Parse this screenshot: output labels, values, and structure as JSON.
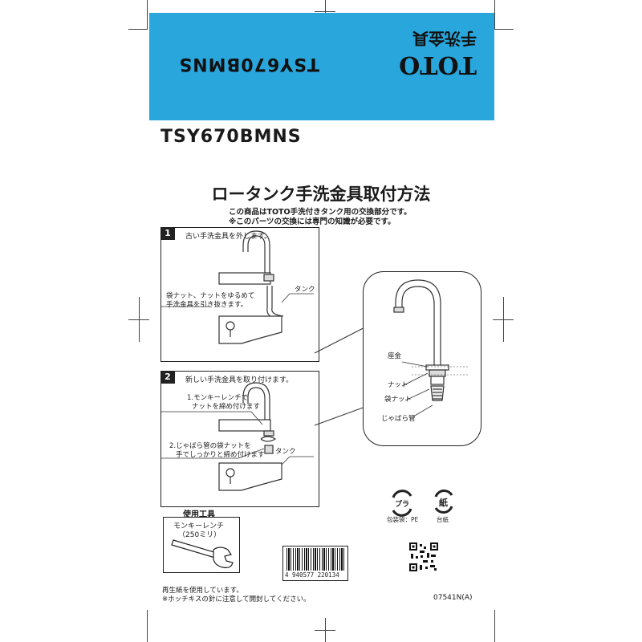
{
  "banner": {
    "brand": "TOTO",
    "model": "TSY670BMNS",
    "product": "手洗金具",
    "color": "#29a7dd"
  },
  "model_title": "TSY670BMNS",
  "main_title": "ロータンク手洗金具取付方法",
  "intro": [
    "この商品はTOTO手洗付きタンク用の交換部分です。",
    "※このパーツの交換には専門の知識が必要です。"
  ],
  "step1": {
    "number": "1",
    "heading": "古い手洗金具を外します。",
    "note_lines": [
      "袋ナット、ナットをゆるめて",
      "手洗金具を引き抜きます。"
    ],
    "tank_label": "タンク"
  },
  "step2": {
    "number": "2",
    "heading": "新しい手洗金具を取り付けます。",
    "note1_lines": [
      "1.モンキーレンチで",
      "ナットを締め付けます"
    ],
    "note2_lines": [
      "2.じゃばら管の袋ナットを",
      "手でしっかりと締め付けます"
    ],
    "tank_label": "タンク"
  },
  "detail": {
    "labels": [
      "座金",
      "ナット",
      "袋ナット",
      "じゃばら管"
    ]
  },
  "tools": {
    "title": "使用工具",
    "item_lines": [
      "モンキーレンチ",
      "（250ミリ）"
    ]
  },
  "recycle": {
    "plastic_mark": "プラ",
    "plastic_caption": "包装袋：PE",
    "paper_mark": "紙",
    "paper_caption": "台紙"
  },
  "barcode": {
    "number": "4 940577 220134"
  },
  "footer": {
    "lines": [
      "再生紙を使用しています。",
      "※ホッチキスの針に注意して開封してください。"
    ],
    "code": "07541N(A)"
  }
}
